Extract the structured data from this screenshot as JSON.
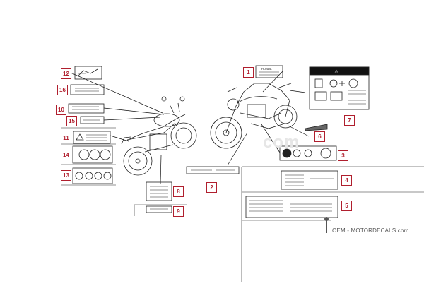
{
  "callouts": [
    "1",
    "2",
    "3",
    "4",
    "5",
    "6",
    "7",
    "8",
    "9",
    "10",
    "11",
    "12",
    "13",
    "14",
    "15",
    "16"
  ],
  "colors": {
    "accent": "#b01f2e",
    "line": "#222222"
  },
  "brand_text": "OEM - MOTORDECALS.com",
  "watermark_text": "com",
  "decal_text": {
    "honda": "HONDA",
    "warn_a": "⚠"
  }
}
